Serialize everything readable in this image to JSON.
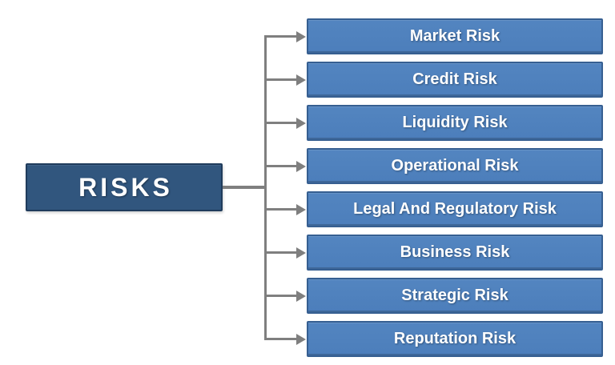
{
  "diagram": {
    "root": {
      "label": "RISKS"
    },
    "items": [
      {
        "label": "Market Risk"
      },
      {
        "label": "Credit Risk"
      },
      {
        "label": "Liquidity Risk"
      },
      {
        "label": "Operational Risk"
      },
      {
        "label": "Legal And Regulatory Risk"
      },
      {
        "label": "Business Risk"
      },
      {
        "label": "Strategic Risk"
      },
      {
        "label": "Reputation Risk"
      }
    ]
  },
  "colors": {
    "background": "#FFFFFF",
    "rootFill": "#31567E",
    "rootBorder": "#203C5C",
    "itemFill": "#4C7EBB",
    "itemFillTop": "#5385C0",
    "itemBorder": "#365F91",
    "connector": "#7F7F7F",
    "text": "#FFFFFF"
  }
}
